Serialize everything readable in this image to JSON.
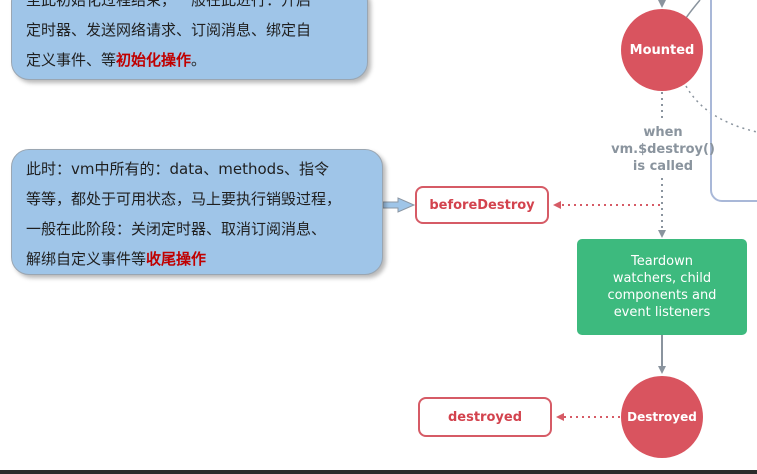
{
  "notes": {
    "top": {
      "lines": [
        {
          "text": "至此初始化过程结束，一般在此进行：开启"
        },
        {
          "text": "定时器、发送网络请求、订阅消息、绑定自"
        },
        {
          "before": "定义事件、等",
          "highlight": "初始化操作",
          "after": "。"
        }
      ]
    },
    "middle": {
      "lines": [
        {
          "text": "此时：vm中所有的：data、methods、指令"
        },
        {
          "text": "等等，都处于可用状态，马上要执行销毁过程，"
        },
        {
          "text": "一般在此阶段：关闭定时器、取消订阅消息、"
        },
        {
          "before": "解绑自定义事件等",
          "highlight": "收尾操作",
          "after": ""
        }
      ]
    }
  },
  "nodes": {
    "mounted": "Mounted",
    "destroyed": "Destroyed"
  },
  "hooks": {
    "before_destroy": "beforeDestroy",
    "destroyed": "destroyed"
  },
  "condition": {
    "lines": [
      "when",
      "vm.$destroy()",
      "is called"
    ]
  },
  "teardown": {
    "lines": [
      "Teardown",
      "watchers, child",
      "components and",
      "event listeners"
    ]
  },
  "colors": {
    "note_bg": "#9fc5e8",
    "highlight": "#c00000",
    "state_circle": "#d9545f",
    "hook_border": "#d65b66",
    "teardown_bg": "#3dba7e",
    "connector": "#8a949e",
    "dotted_hook_arrow": "#d65b66",
    "frame": "#a9b8d8"
  }
}
